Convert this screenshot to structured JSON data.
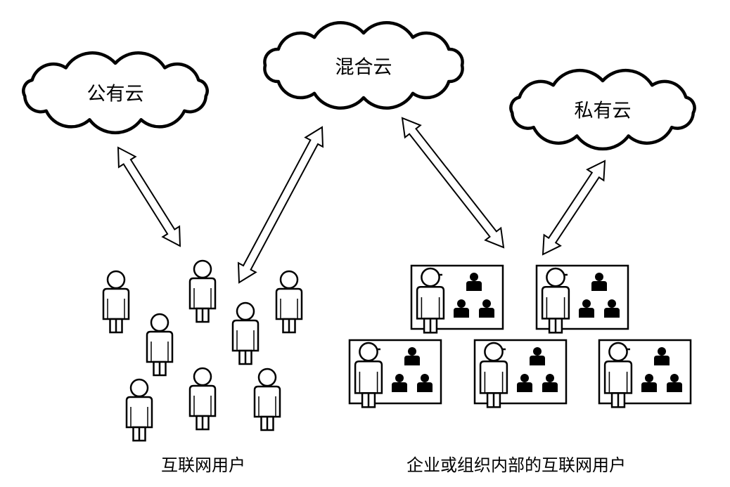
{
  "clouds": {
    "public": "公有云",
    "hybrid": "混合云",
    "private": "私有云"
  },
  "groups": {
    "internet_users": "互联网用户",
    "enterprise_users": "企业或组织内部的互联网用户"
  },
  "colors": {
    "stroke": "#000000",
    "fill": "#ffffff",
    "icon_fill": "#000000"
  }
}
